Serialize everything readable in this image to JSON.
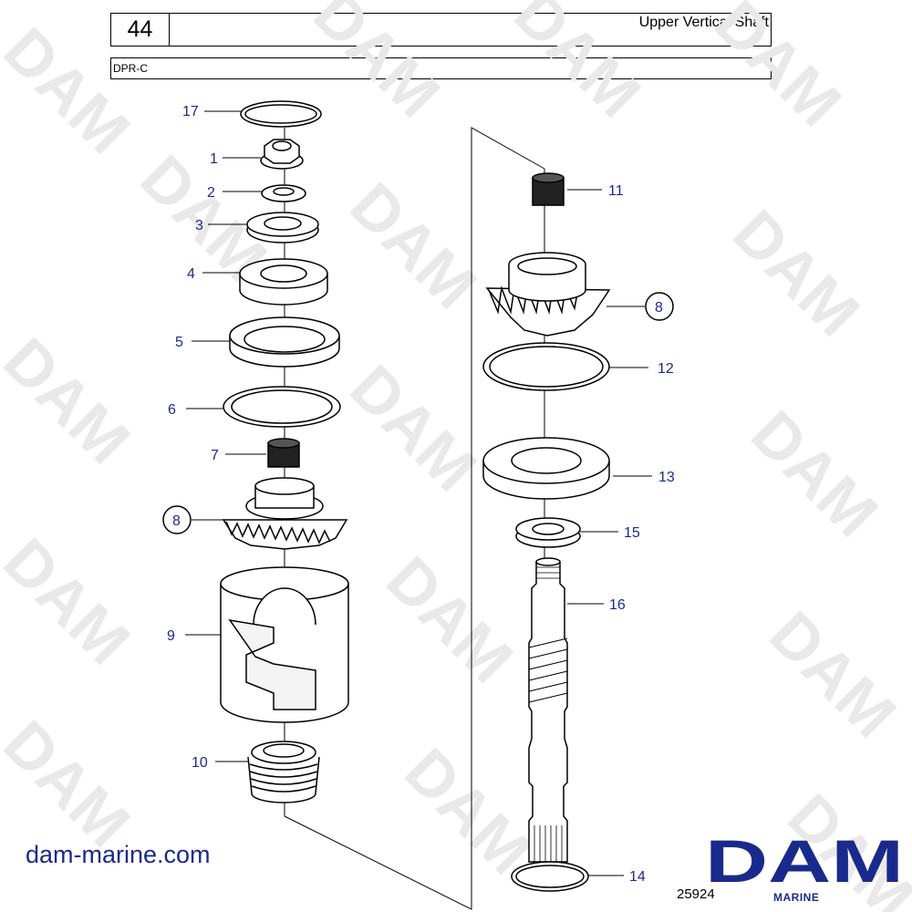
{
  "header": {
    "page_number": "44",
    "title": "Upper Vertical Shaft",
    "model_code": "DPR-C"
  },
  "callouts": [
    {
      "id": "17"
    },
    {
      "id": "1"
    },
    {
      "id": "2"
    },
    {
      "id": "3"
    },
    {
      "id": "4"
    },
    {
      "id": "5"
    },
    {
      "id": "6"
    },
    {
      "id": "7"
    },
    {
      "id": "8",
      "circled": true
    },
    {
      "id": "9"
    },
    {
      "id": "10"
    },
    {
      "id": "11"
    },
    {
      "id": "8",
      "circled": true
    },
    {
      "id": "12"
    },
    {
      "id": "13"
    },
    {
      "id": "15"
    },
    {
      "id": "16"
    },
    {
      "id": "14"
    }
  ],
  "footer": {
    "website": "dam-marine.com",
    "figure_number": "25924",
    "logo_text": "DAM",
    "logo_sub": "MARINE"
  },
  "watermark_text": "DAM",
  "colors": {
    "callout": "#1a2a8c",
    "logo": "#1a2a8c",
    "line": "#000000"
  }
}
